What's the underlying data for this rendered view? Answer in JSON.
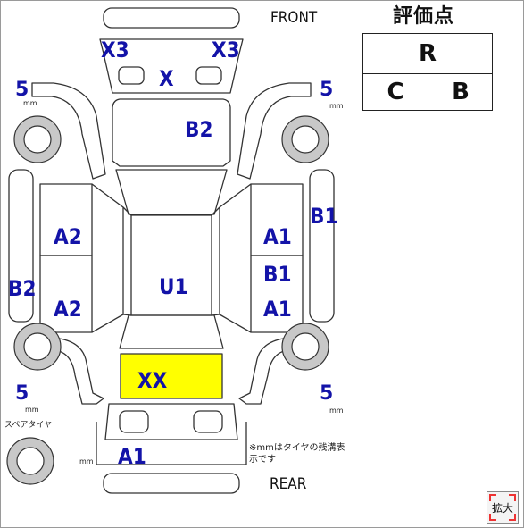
{
  "grade_panel": {
    "title": "評価点",
    "overall": "R",
    "interior": "C",
    "exterior": "B"
  },
  "orientation": {
    "front": "FRONT",
    "rear": "REAR"
  },
  "damage_labels": {
    "front_bumper_left": "X3",
    "front_bumper_right": "X3",
    "grille": "X",
    "hood": "B2",
    "left_front_door": "A2",
    "left_rear_door": "A2",
    "left_rocker": "B2",
    "roof": "U1",
    "right_front_fender": "B1",
    "right_front_door": "A1",
    "right_pillar": "B1",
    "right_rear_door": "A1",
    "trunk": "XX",
    "rear_bumper": "A1"
  },
  "tread": {
    "front_left": "5",
    "front_right": "5",
    "rear_left": "5",
    "rear_right": "5",
    "unit": "mm"
  },
  "spare": {
    "label": "スペアタイヤ",
    "unit": "mm"
  },
  "note": "※mmはタイヤの残溝表示です",
  "zoom_button": "拡大",
  "colors": {
    "label_blue": "#1313a8",
    "highlight_yellow": "#ffff00",
    "outline": "#333333",
    "tire_gray": "#c8c8c8"
  }
}
